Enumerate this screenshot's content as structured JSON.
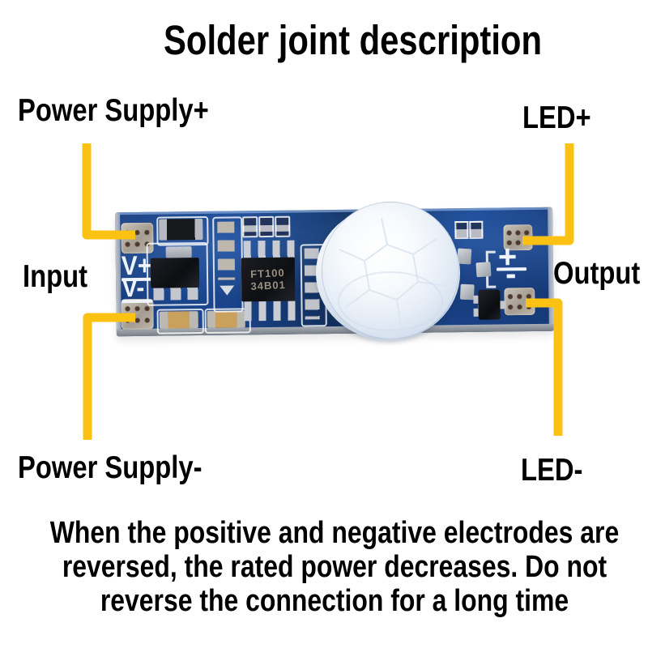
{
  "title": "Solder joint description",
  "labels": {
    "power_supply_plus": "Power Supply+",
    "led_plus": "LED+",
    "input": "Input",
    "output": "Output",
    "power_supply_minus": "Power Supply-",
    "led_minus": "LED-"
  },
  "pcb": {
    "silkscreen": {
      "v_plus": "V+",
      "v_minus": "V-",
      "out_plus": "+",
      "out_minus": "-"
    },
    "chip_marking": {
      "line1": "FT100",
      "line2": "34B01"
    }
  },
  "warning": {
    "lines": [
      "When the positive and negative electrodes are",
      "reversed, the rated power decreases. Do not",
      "reverse the connection for a long time"
    ]
  },
  "colors": {
    "annotation_yellow": "#FBC113",
    "pcb_blue": "#1B4689",
    "text_black": "#000000",
    "background": "#FFFFFF",
    "dome_white": "#EDF3FA"
  }
}
